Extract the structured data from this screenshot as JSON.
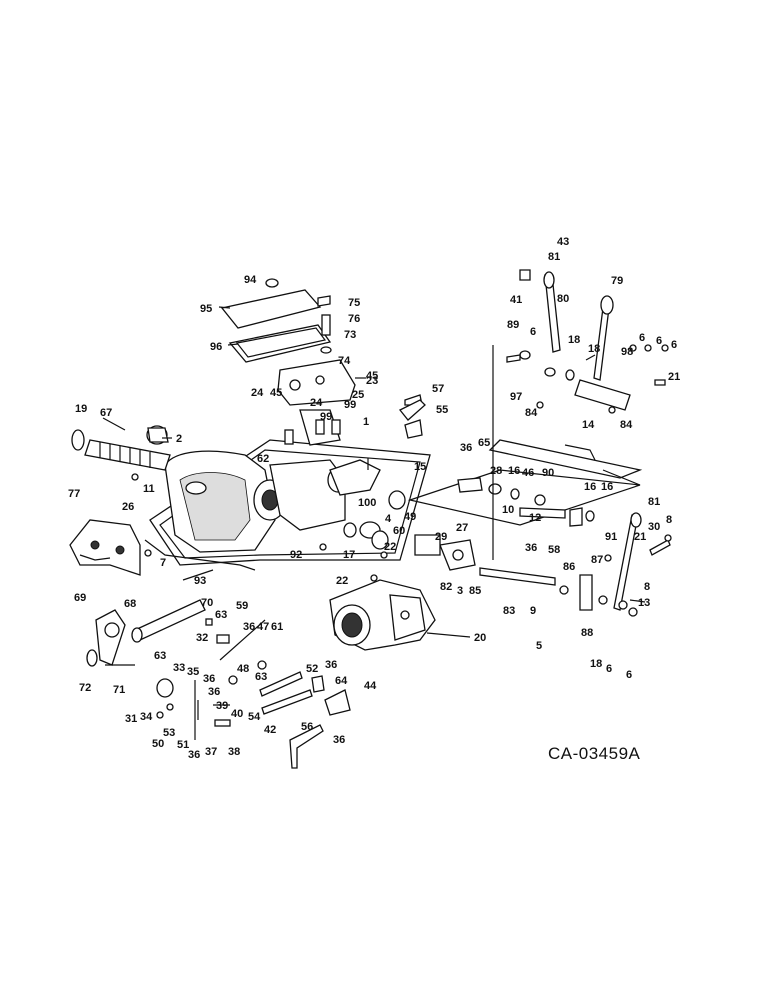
{
  "diagram_code": "CA-03459A",
  "labels": [
    "43",
    "81",
    "41",
    "80",
    "79",
    "94",
    "75",
    "76",
    "73",
    "95",
    "89",
    "6",
    "18",
    "98",
    "6",
    "6",
    "6",
    "96",
    "74",
    "21",
    "18",
    "23",
    "97",
    "84",
    "84",
    "45",
    "57",
    "24",
    "45",
    "24",
    "25",
    "99",
    "99",
    "55",
    "19",
    "67",
    "2",
    "1",
    "14",
    "62",
    "36",
    "65",
    "15",
    "28",
    "16",
    "46",
    "90",
    "16",
    "16",
    "81",
    "11",
    "26",
    "77",
    "10",
    "12",
    "100",
    "4",
    "49",
    "27",
    "60",
    "29",
    "36",
    "58",
    "30",
    "8",
    "21",
    "7",
    "92",
    "17",
    "22",
    "82",
    "3",
    "85",
    "86",
    "87",
    "8",
    "93",
    "22",
    "9",
    "13",
    "83",
    "88",
    "20",
    "5",
    "18",
    "6",
    "6",
    "69",
    "68",
    "70",
    "63",
    "59",
    "36",
    "47",
    "61",
    "32",
    "72",
    "71",
    "63",
    "33",
    "35",
    "48",
    "63",
    "36",
    "52",
    "36",
    "64",
    "44",
    "31",
    "34",
    "36",
    "40",
    "39",
    "53",
    "50",
    "51",
    "36",
    "37",
    "38",
    "54",
    "42",
    "56",
    "36",
    "91"
  ]
}
